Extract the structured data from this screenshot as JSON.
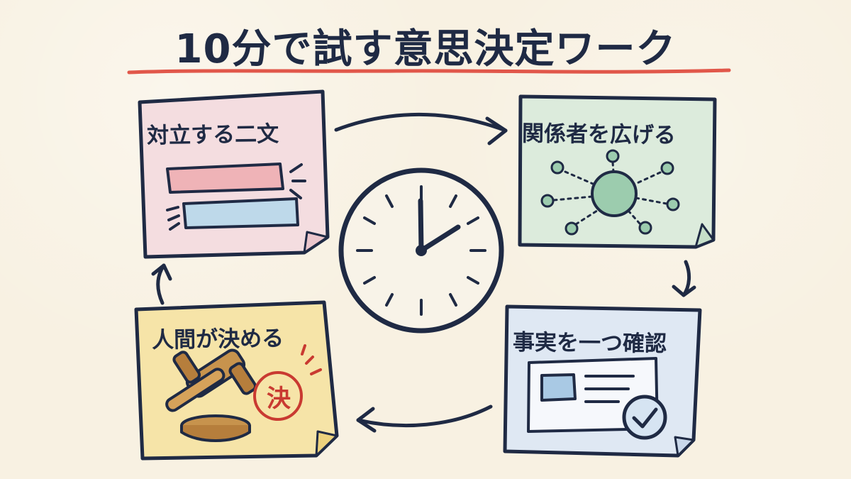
{
  "title": "10分で試す意思決定ワーク",
  "cards": [
    {
      "label": "対立する二文",
      "color": "#f4dde0",
      "icon": "opposing-statements-icon"
    },
    {
      "label": "関係者を広げる",
      "color": "#dcebdc",
      "icon": "network-icon"
    },
    {
      "label": "事実を一つ確認",
      "color": "#dfe8f3",
      "icon": "document-check-icon"
    },
    {
      "label": "人間が決める",
      "color": "#f6e4a8",
      "icon": "gavel-icon",
      "stamp_text": "決"
    }
  ],
  "colors": {
    "background": "#f8f1e2",
    "ink": "#1f2a44",
    "title_underline": "#e1574a",
    "accent_red": "#c93a31"
  },
  "center_icon": "clock-icon"
}
